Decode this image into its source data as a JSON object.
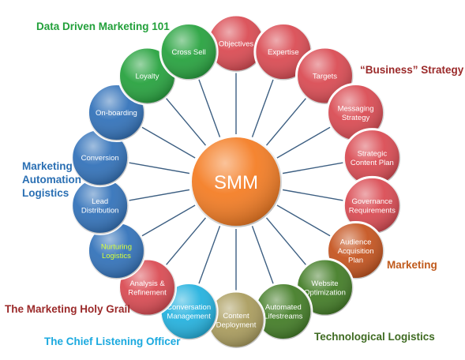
{
  "center": {
    "label": "SMM",
    "color": "#f47a1f"
  },
  "nodes": [
    {
      "label": "Objectives",
      "color": "#d9474f"
    },
    {
      "label": "Expertise",
      "color": "#d9474f"
    },
    {
      "label": "Targets",
      "color": "#d9474f"
    },
    {
      "label": "Messaging\nStrategy",
      "color": "#d9474f"
    },
    {
      "label": "Strategic\nContent Plan",
      "color": "#d9474f"
    },
    {
      "label": "Governance\nRequirements",
      "color": "#d9474f"
    },
    {
      "label": "Audience\nAcquisition\nPlan",
      "color": "#c4501a"
    },
    {
      "label": "Website\nOptimization",
      "color": "#3f7a22"
    },
    {
      "label": "Automated\nLifestreams",
      "color": "#3f7a22"
    },
    {
      "label": "Content\nDeployment",
      "color": "#a89a5a"
    },
    {
      "label": "Conversation\nManagement",
      "color": "#1fb0de"
    },
    {
      "label": "Analysis &\nRefinement",
      "color": "#d9474f"
    },
    {
      "label": "Nurturing\nLogistics",
      "color": "#2e6fb8",
      "light": true
    },
    {
      "label": "Lead\nDistribution",
      "color": "#2e6fb8"
    },
    {
      "label": "Conversion",
      "color": "#2e6fb8"
    },
    {
      "label": "On-boarding",
      "color": "#2e6fb8"
    },
    {
      "label": "Loyalty",
      "color": "#22a03a"
    },
    {
      "label": "Cross Sell",
      "color": "#22a03a"
    }
  ],
  "groups": {
    "data_driven": {
      "text": "Data Driven Marketing 101",
      "color": "#22a03a"
    },
    "business_strategy": {
      "text": "“Business” Strategy",
      "color": "#9b2a2a"
    },
    "marketing_automation": {
      "lines": [
        "Marketing",
        "Automation",
        "Logistics"
      ],
      "color": "#2a6fb3"
    },
    "marketing": {
      "text": "Marketing",
      "color": "#c05a1c"
    },
    "holy_grail": {
      "text": "The Marketing Holy Grail",
      "color": "#9b2a2a"
    },
    "chief_listening": {
      "text": "The Chief Listening Officer",
      "color": "#1aa9df"
    },
    "technological": {
      "text": "Technological Logistics",
      "color": "#3f6b22"
    }
  }
}
